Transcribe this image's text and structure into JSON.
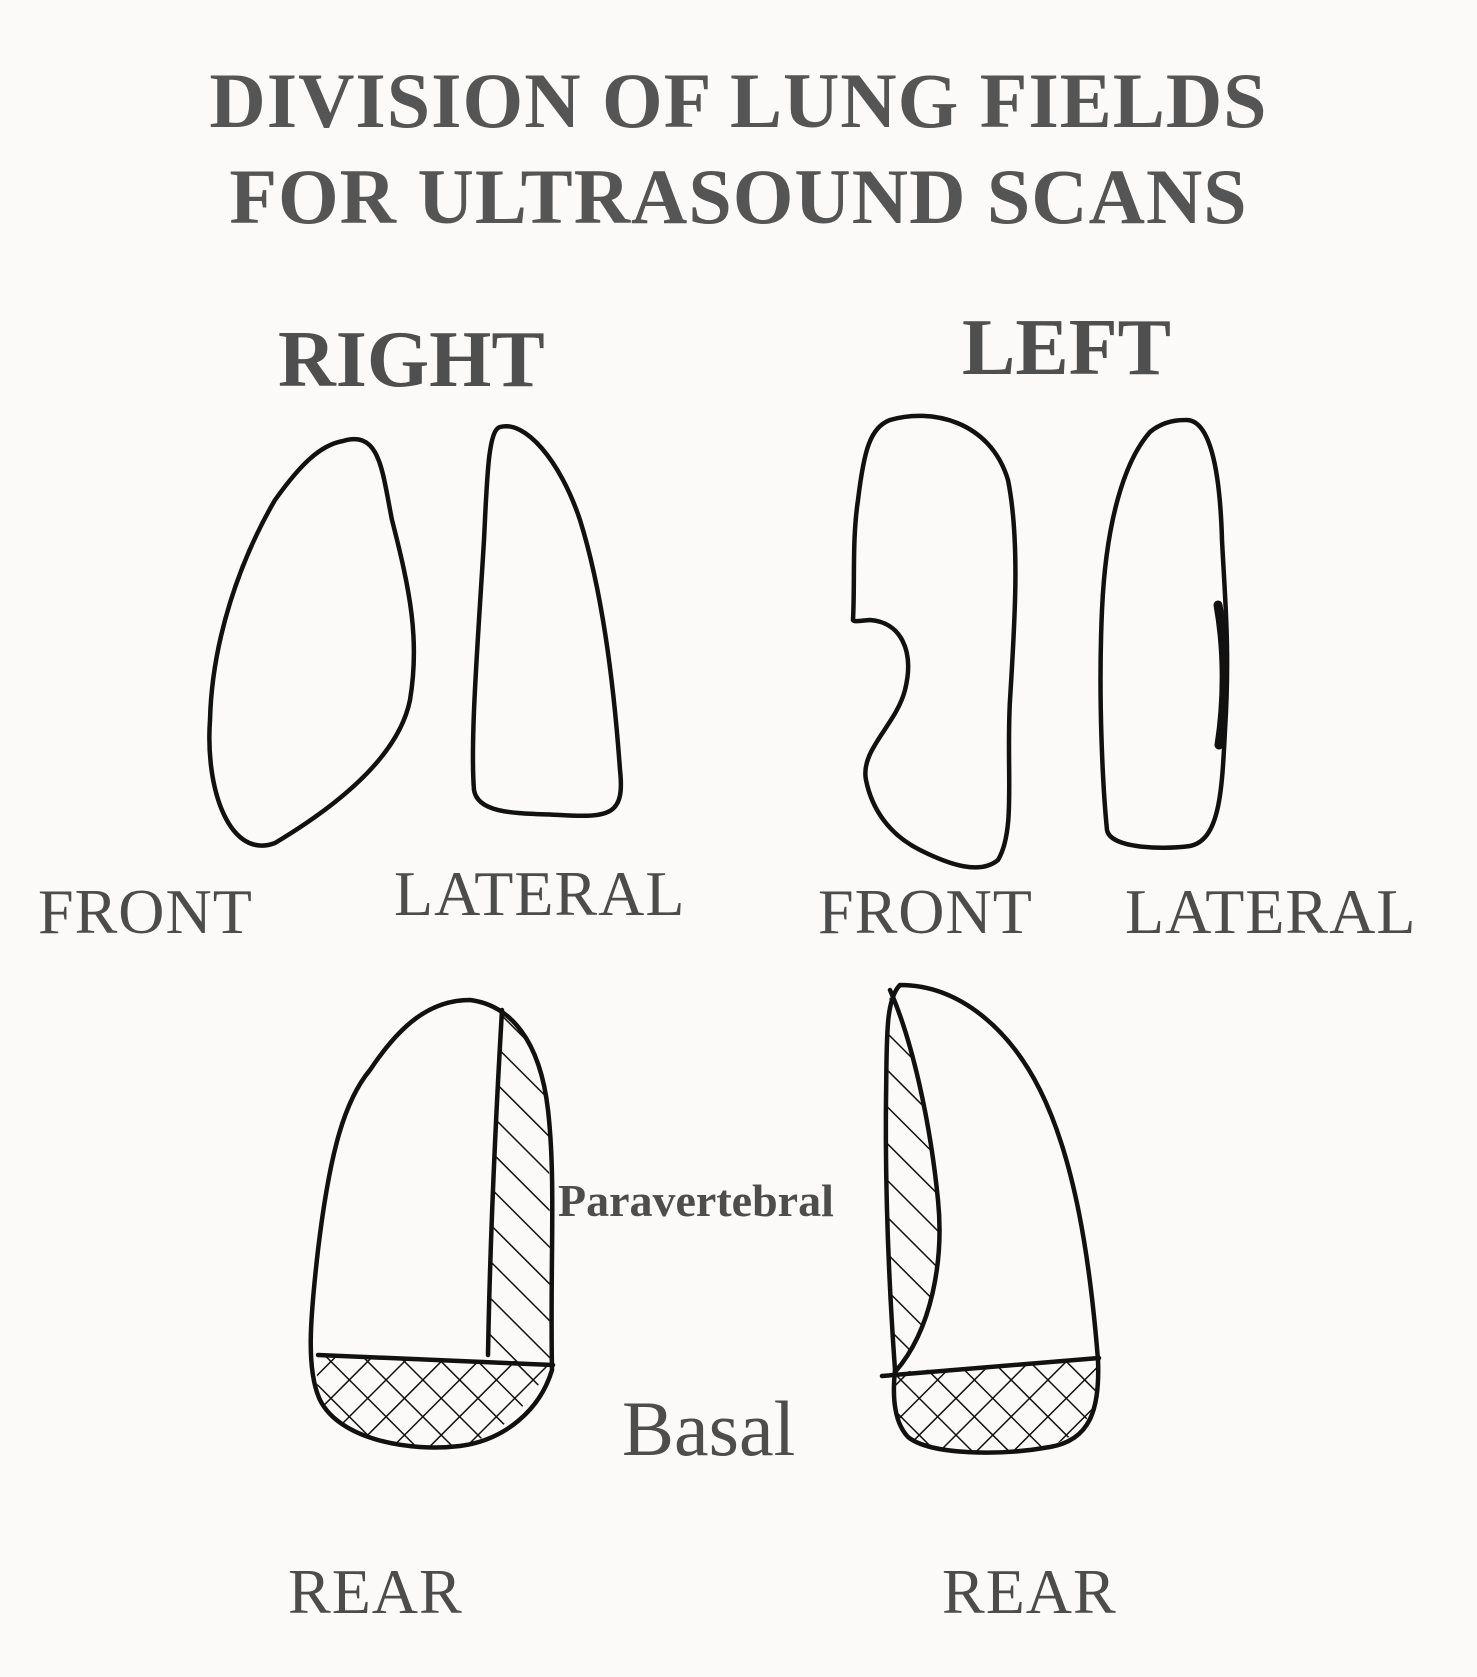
{
  "title": {
    "line1": "DIVISION OF LUNG FIELDS",
    "line2": "FOR ULTRASOUND SCANS"
  },
  "sides": {
    "right": "RIGHT",
    "left": "LEFT"
  },
  "views": {
    "right_front": "FRONT",
    "right_lateral": "LATERAL",
    "left_front": "FRONT",
    "left_lateral": "LATERAL",
    "right_rear": "REAR",
    "left_rear": "REAR"
  },
  "zones": {
    "paravertebral": "Paravertebral",
    "basal": "Basal"
  },
  "colors": {
    "outline": "#111111",
    "text": "#4a4a4a",
    "background": "#fbfaf8"
  }
}
